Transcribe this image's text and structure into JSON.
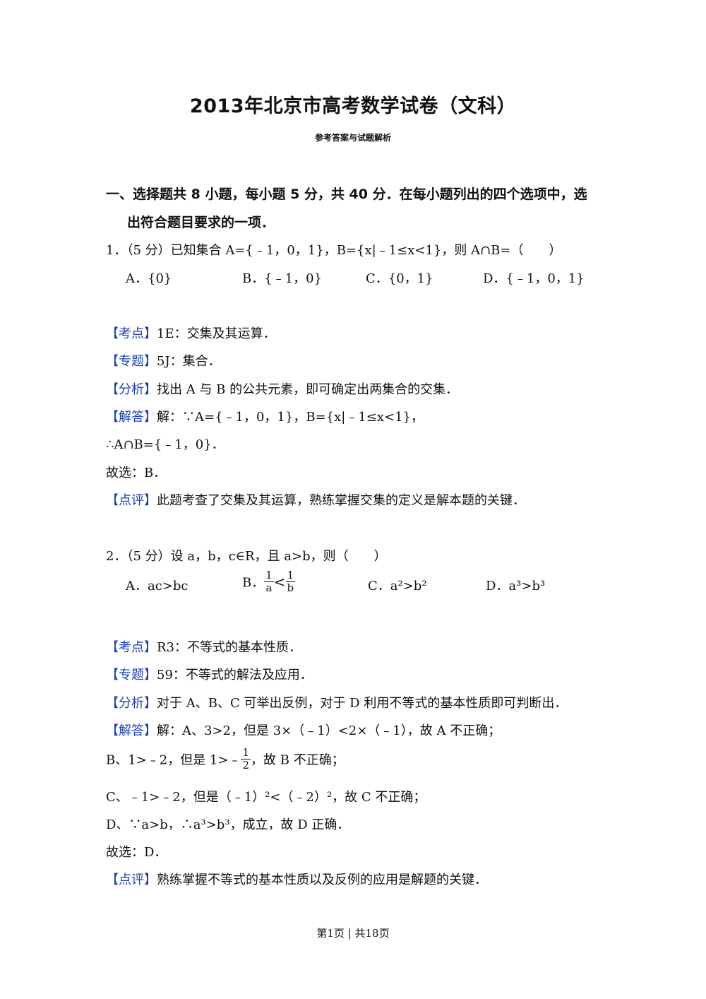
{
  "header": {
    "title": "2013年北京市高考数学试卷（文科）",
    "subtitle": "参考答案与试题解析"
  },
  "section1": {
    "line1": "一、选择题共 8 小题，每小题 5 分，共 40 分．在每小题列出的四个选项中，选",
    "line2": "出符合题目要求的一项．"
  },
  "q1": {
    "stem": "1．（5 分）已知集合 A={﹣1，0，1}，B={x|﹣1≤x<1}，则 A∩B=（　　）",
    "options": [
      "A．{0}",
      "B．{﹣1，0}",
      "C．{0，1}",
      "D．{﹣1，0，1}"
    ],
    "kaodian_tag": "【考点】",
    "kaodian": "1E：交集及其运算．",
    "zhuanti_tag": "【专题】",
    "zhuanti": "5J：集合．",
    "fenxi_tag": "【分析】",
    "fenxi": "找出 A 与 B 的公共元素，即可确定出两集合的交集．",
    "jieda_tag": "【解答】",
    "jieda": "解：∵A={﹣1，0，1}，B={x|﹣1≤x<1}，",
    "jieda2": "∴A∩B={﹣1，0}．",
    "choice": "故选：B．",
    "dianping_tag": "【点评】",
    "dianping": "此题考查了交集及其运算，熟练掌握交集的定义是解本题的关键．"
  },
  "q2": {
    "stem": "2．（5 分）设 a，b，c∈R，且 a>b，则（　　）",
    "optA": "A．ac>bc",
    "optB_prefix": "B．",
    "optB_num1": "1",
    "optB_den1": "a",
    "optB_rel": "<",
    "optB_num2": "1",
    "optB_den2": "b",
    "optC": "C．a²>b²",
    "optD": "D．a³>b³",
    "kaodian_tag": "【考点】",
    "kaodian": "R3：不等式的基本性质．",
    "zhuanti_tag": "【专题】",
    "zhuanti": "59：不等式的解法及应用．",
    "fenxi_tag": "【分析】",
    "fenxi": "对于 A、B、C 可举出反例，对于 D 利用不等式的基本性质即可判断出．",
    "jieda_tag": "【解答】",
    "jieda": "解：A、3>2，但是 3×（﹣1）<2×（﹣1），故 A 不正确；",
    "lineB_pre": "B、1>﹣2，但是 1>﹣",
    "lineB_num": "1",
    "lineB_den": "2",
    "lineB_post": "，故 B 不正确；",
    "lineC": "C、﹣1>﹣2，但是（﹣1）²<（﹣2）²，故 C 不正确；",
    "lineD": "D、∵a>b，∴a³>b³，成立，故 D 正确．",
    "choice": "故选：D．",
    "dianping_tag": "【点评】",
    "dianping": "熟练掌握不等式的基本性质以及反例的应用是解题的关键．"
  },
  "footer": "第1页 | 共18页"
}
